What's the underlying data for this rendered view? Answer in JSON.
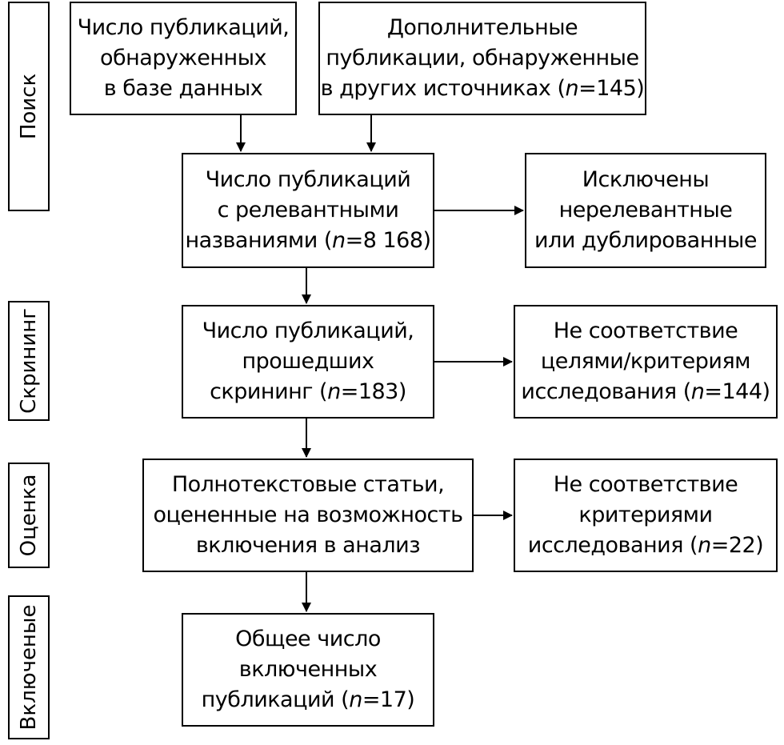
{
  "stages": {
    "search": "Поиск",
    "screening": "Скрининг",
    "assessment": "Оценка",
    "included": "Включеные"
  },
  "boxes": {
    "db_publications": {
      "line1": "Число публикаций,",
      "line2": "обнаруженных",
      "line3": "в базе данных"
    },
    "other_sources": {
      "line1": "Дополнительные",
      "line2": "публикации, обнаруженные",
      "line3_prefix": "в других источниках (",
      "n": "n",
      "line3_value": "=145)"
    },
    "relevant_titles": {
      "line1": "Число публикаций",
      "line2": "с релевантными",
      "line3_prefix": "названиями (",
      "n": "n",
      "line3_value": "=8 168)"
    },
    "excluded_irrelevant": {
      "line1": "Исключены",
      "line2": "нерелевантные",
      "line3": "или дублированные"
    },
    "screened": {
      "line1": "Число публикаций,",
      "line2": "прошедших",
      "line3_prefix": "скрининг (",
      "n": "n",
      "line3_value": "=183)"
    },
    "not_matching_goals": {
      "line1": "Не соответствие",
      "line2": "целями/критериям",
      "line3_prefix": "исследования (",
      "n": "n",
      "line3_value": "=144)"
    },
    "fulltext": {
      "line1": "Полнотекстовые статьи,",
      "line2": "оцененные на возможность",
      "line3": "включения в анализ"
    },
    "not_matching_criteria": {
      "line1": "Не соответствие",
      "line2": "критериями",
      "line3_prefix": "исследования (",
      "n": "n",
      "line3_value": "=22)"
    },
    "total_included": {
      "line1": "Общее число",
      "line2": "включенных",
      "line3_prefix": "публикаций (",
      "n": "n",
      "line3_value": "=17)"
    }
  }
}
